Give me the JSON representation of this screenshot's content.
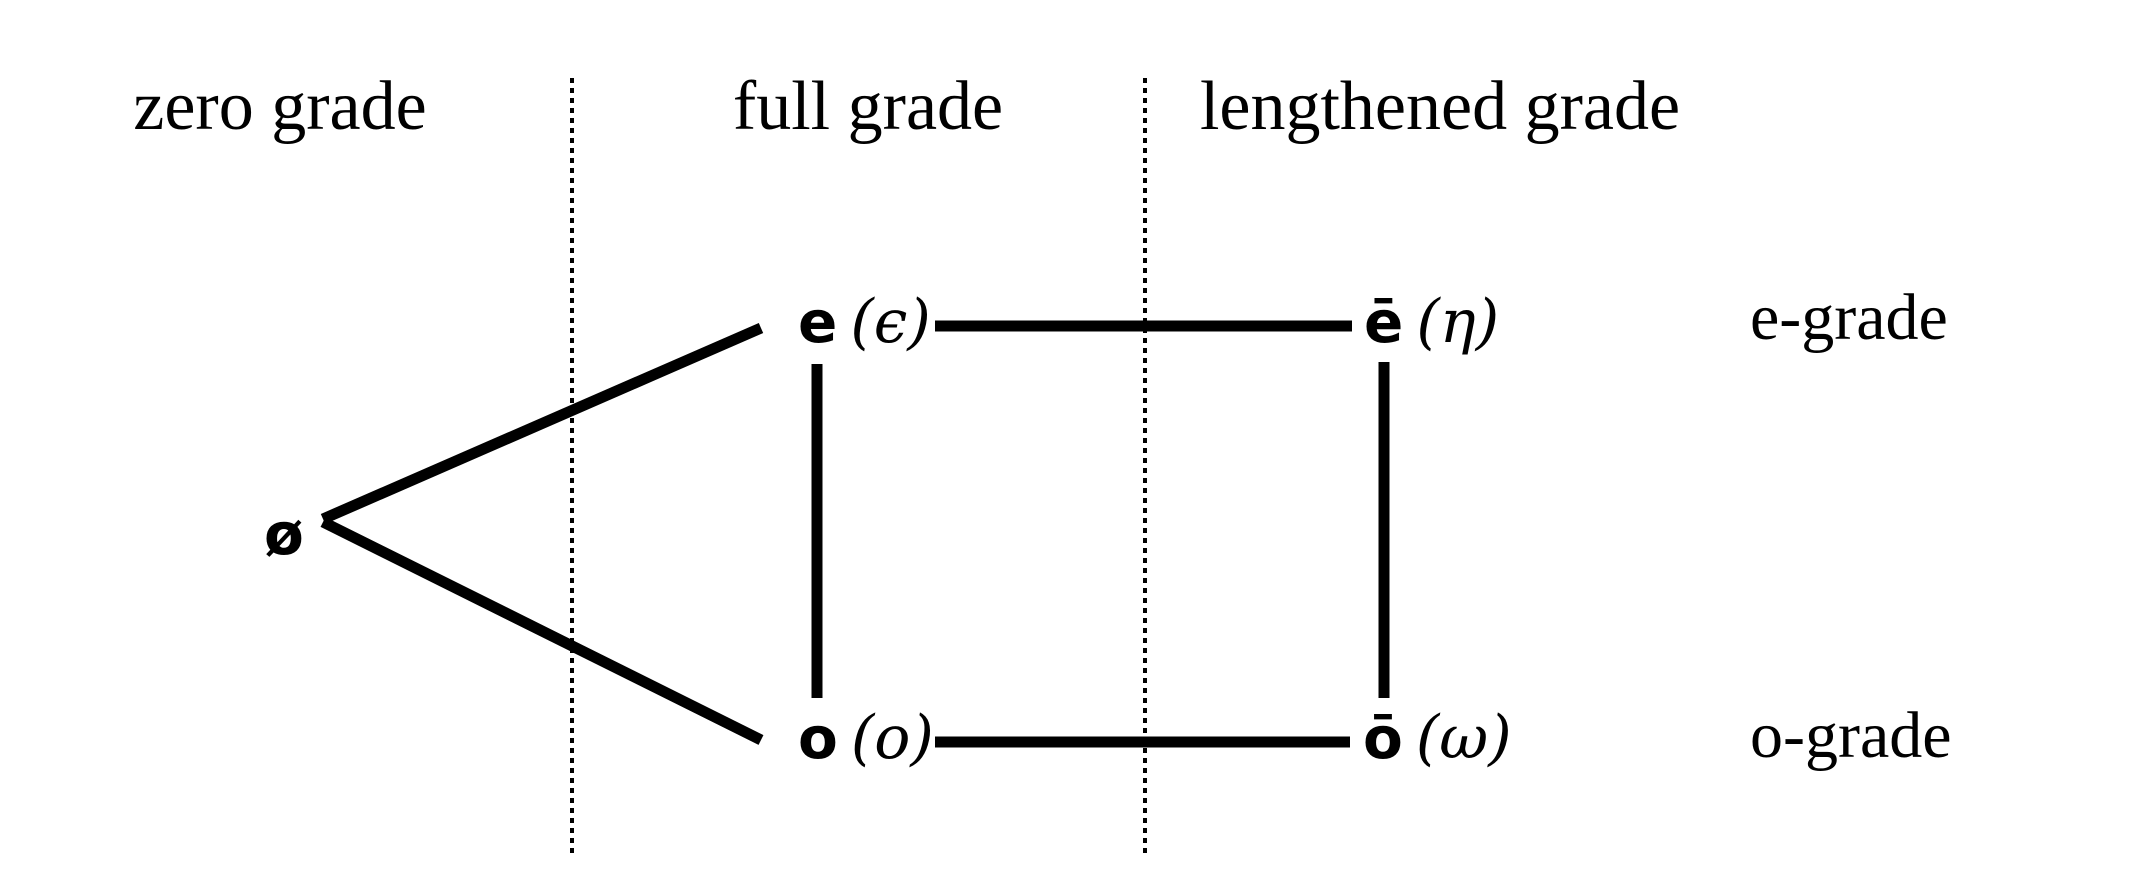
{
  "diagram": {
    "columns": [
      {
        "label": "zero grade"
      },
      {
        "label": "full grade"
      },
      {
        "label": "lengthened grade"
      }
    ],
    "rows": [
      {
        "label": "e-grade"
      },
      {
        "label": "o-grade"
      }
    ],
    "nodes": [
      {
        "id": "zero",
        "letter": "ø",
        "gloss": ""
      },
      {
        "id": "full-e",
        "letter": "e",
        "gloss": "(ϵ)"
      },
      {
        "id": "full-o",
        "letter": "o",
        "gloss": "(o)"
      },
      {
        "id": "lengthened-e",
        "letter": "ē",
        "gloss": "(η)"
      },
      {
        "id": "lengthened-o",
        "letter": "ō",
        "gloss": "(ω)"
      }
    ],
    "edges": [
      {
        "from": "zero",
        "to": "full-e"
      },
      {
        "from": "zero",
        "to": "full-o"
      },
      {
        "from": "full-e",
        "to": "lengthened-e"
      },
      {
        "from": "full-o",
        "to": "lengthened-o"
      },
      {
        "from": "full-e",
        "to": "full-o"
      },
      {
        "from": "lengthened-e",
        "to": "lengthened-o"
      }
    ],
    "colors": {
      "ink": "#000000",
      "background": "#ffffff"
    }
  }
}
